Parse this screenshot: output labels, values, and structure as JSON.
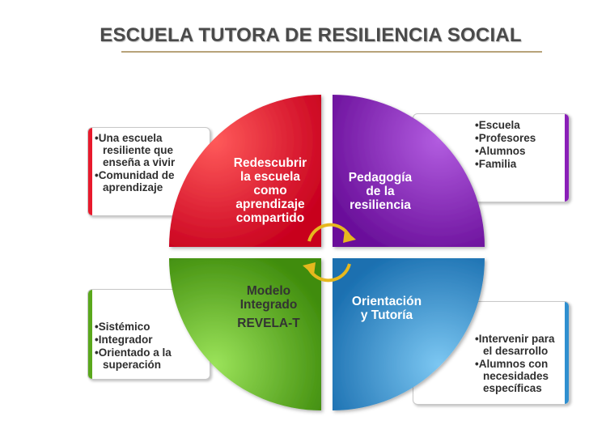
{
  "title": "ESCUELA TUTORA DE RESILIENCIA SOCIAL",
  "colors": {
    "red": "#e8192c",
    "purple": "#8a1fb8",
    "green": "#5aa81c",
    "blue": "#2f8fcf",
    "arrow": "#e6b81e"
  },
  "quadrants": {
    "red": {
      "label_lines": [
        "Redescubrir",
        "la escuela",
        "como",
        "aprendizaje",
        "compartido"
      ]
    },
    "purple": {
      "label_lines": [
        "Pedagogía",
        "de la",
        "resiliencia"
      ]
    },
    "green": {
      "label_lines": [
        "Modelo",
        "Integrado",
        "REVELA-T"
      ]
    },
    "blue": {
      "label_lines": [
        "Orientación",
        "y Tutoría"
      ]
    }
  },
  "boxes": {
    "top_left": [
      "Una escuela resiliente que enseña a vivir",
      "Comunidad de aprendizaje"
    ],
    "top_right": [
      "Escuela",
      "Profesores",
      "Alumnos",
      "Familia"
    ],
    "bottom_left": [
      "Sistémico",
      "Integrador",
      "Orientado a la superación"
    ],
    "bottom_right": [
      "Intervenir para el desarrollo",
      "Alumnos con necesidades específicas"
    ]
  },
  "icons": [
    "cycle-arrow-icon"
  ]
}
